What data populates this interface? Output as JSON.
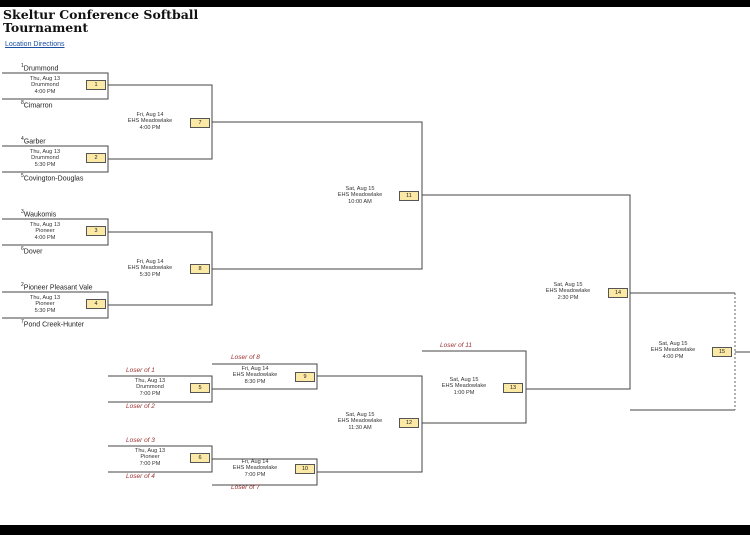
{
  "title_line1": "Skeltur Conference Softball",
  "title_line2": "Tournament",
  "location_link": "Location Directions",
  "teams": [
    {
      "seed": "1",
      "name": "Drummond"
    },
    {
      "seed": "8",
      "name": "Cimarron"
    },
    {
      "seed": "4",
      "name": "Garber"
    },
    {
      "seed": "5",
      "name": "Covington-Douglas"
    },
    {
      "seed": "3",
      "name": "Waukomis"
    },
    {
      "seed": "6",
      "name": "Dover"
    },
    {
      "seed": "2",
      "name": "Pioneer Pleasant Vale"
    },
    {
      "seed": "7",
      "name": "Pond Creek-Hunter"
    }
  ],
  "games": [
    {
      "num": "1",
      "day": "Thu, Aug 13",
      "site": "Drummond",
      "time": "4:00 PM"
    },
    {
      "num": "2",
      "day": "Thu, Aug 13",
      "site": "Drummond",
      "time": "5:30 PM"
    },
    {
      "num": "3",
      "day": "Thu, Aug 13",
      "site": "Pioneer",
      "time": "4:00 PM"
    },
    {
      "num": "4",
      "day": "Thu, Aug 13",
      "site": "Pioneer",
      "time": "5:30 PM"
    },
    {
      "num": "5",
      "day": "Thu, Aug 13",
      "site": "Drummond",
      "time": "7:00 PM"
    },
    {
      "num": "6",
      "day": "Thu, Aug 13",
      "site": "Pioneer",
      "time": "7:00 PM"
    },
    {
      "num": "7",
      "day": "Fri, Aug 14",
      "site": "EHS Meadowlake",
      "time": "4:00 PM"
    },
    {
      "num": "8",
      "day": "Fri, Aug 14",
      "site": "EHS Meadowlake",
      "time": "5:30 PM"
    },
    {
      "num": "9",
      "day": "Fri, Aug 14",
      "site": "EHS Meadowlake",
      "time": "8:30 PM"
    },
    {
      "num": "10",
      "day": "Fri, Aug 14",
      "site": "EHS Meadowlake",
      "time": "7:00 PM"
    },
    {
      "num": "11",
      "day": "Sat, Aug 15",
      "site": "EHS Meadowlake",
      "time": "10:00 AM"
    },
    {
      "num": "12",
      "day": "Sat, Aug 15",
      "site": "EHS Meadowlake",
      "time": "11:30 AM"
    },
    {
      "num": "13",
      "day": "Sat, Aug 15",
      "site": "EHS Meadowlake",
      "time": "1:00 PM"
    },
    {
      "num": "14",
      "day": "Sat, Aug 15",
      "site": "EHS Meadowlake",
      "time": "2:30 PM"
    },
    {
      "num": "15",
      "day": "Sat, Aug 15",
      "site": "EHS Meadowlake",
      "time": "4:00 PM"
    }
  ],
  "losers": {
    "l1": "Loser of 1",
    "l2": "Loser of 2",
    "l3": "Loser of 3",
    "l4": "Loser of 4",
    "l7": "Loser of 7",
    "l8": "Loser of 8",
    "l11": "Loser of 11"
  },
  "colors": {
    "game_box_fill": "#fbe9a5",
    "loser_text": "#9c2f2f",
    "link": "#1a4fa3",
    "bracket_line": "#444444"
  }
}
